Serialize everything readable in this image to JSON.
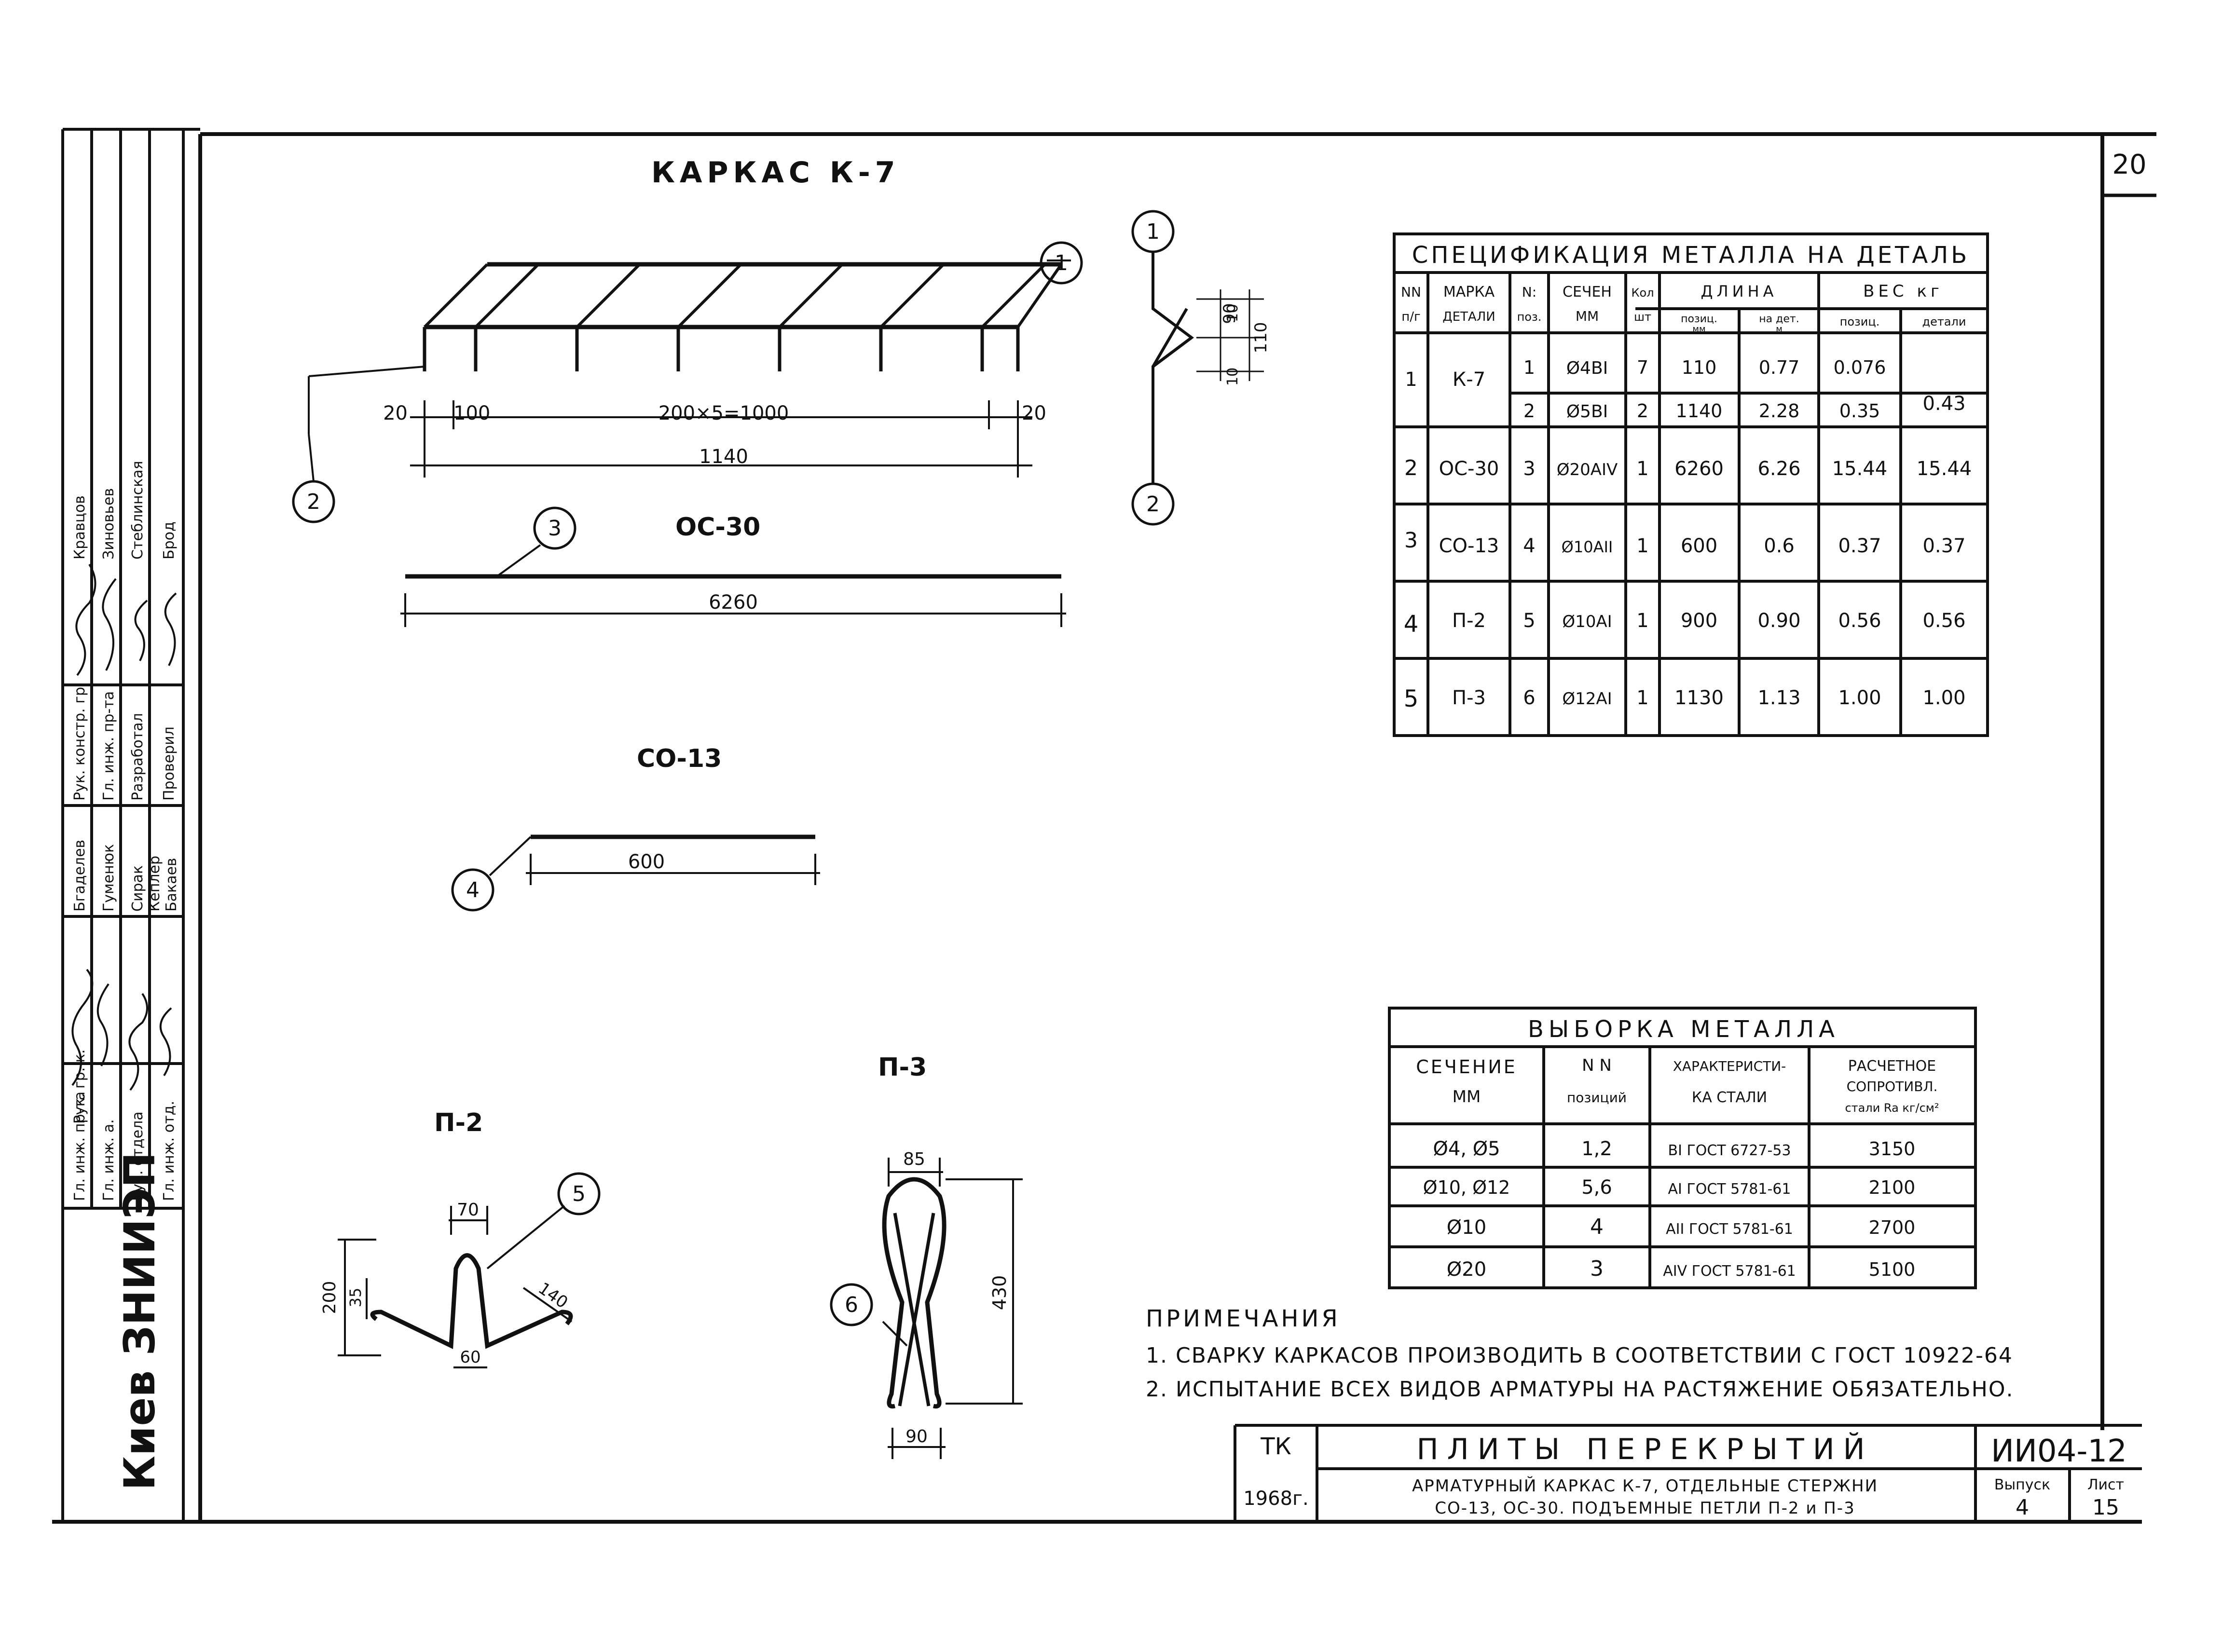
{
  "sheet_number": "20",
  "kk7": {
    "title": "КАРКАС К-7",
    "dim_left": "20",
    "dim_100": "100",
    "dim_mid": "200×5=1000",
    "dim_right": "20",
    "dim_total": "1140",
    "pos1": "1",
    "pos2": "2",
    "detail_90": "90",
    "detail_110": "110",
    "detail_10a": "10",
    "detail_10b": "10"
  },
  "oc30": {
    "title": "ОС-30",
    "pos": "3",
    "length": "6260"
  },
  "co13": {
    "title": "СО-13",
    "pos": "4",
    "length": "600"
  },
  "p2": {
    "title": "П-2",
    "pos": "5",
    "d70": "70",
    "d200": "200",
    "d35": "35",
    "d140": "140",
    "d60": "60"
  },
  "p3": {
    "title": "П-3",
    "pos": "6",
    "d85": "85",
    "d430": "430",
    "d90": "90"
  },
  "spec": {
    "title": "СПЕЦИФИКАЦИЯ МЕТАЛЛА НА ДЕТАЛЬ",
    "h": {
      "nn1": "NN",
      "nn2": "п/г",
      "marka1": "МАРКА",
      "marka2": "ДЕТАЛИ",
      "npos1": "N:",
      "npos2": "поз.",
      "sech1": "СЕЧЕН",
      "sech2": "ММ",
      "kol1": "Кол",
      "kol2": "шт",
      "dlina": "ДЛИНА",
      "dl_pos1": "позиц.",
      "dl_pos2": "мм",
      "dl_det1": "на дет.",
      "dl_det2": "м",
      "ves": "ВЕС кг",
      "v_pos": "позиц.",
      "v_det": "детали"
    },
    "rows": [
      {
        "n": "1",
        "marka": "К-7",
        "pos": "1",
        "sech": "Ø4ВI",
        "kol": "7",
        "dl_poz": "110",
        "dl_det": "0.77",
        "v_poz": "0.076",
        "v_det": ""
      },
      {
        "n": "",
        "marka": "",
        "pos": "2",
        "sech": "Ø5ВI",
        "kol": "2",
        "dl_poz": "1140",
        "dl_det": "2.28",
        "v_poz": "0.35",
        "v_det": "0.43"
      },
      {
        "n": "2",
        "marka": "ОС-30",
        "pos": "3",
        "sech": "Ø20АIV",
        "kol": "1",
        "dl_poz": "6260",
        "dl_det": "6.26",
        "v_poz": "15.44",
        "v_det": "15.44"
      },
      {
        "n": "3",
        "marka": "СО-13",
        "pos": "4",
        "sech": "Ø10АII",
        "kol": "1",
        "dl_poz": "600",
        "dl_det": "0.6",
        "v_poz": "0.37",
        "v_det": "0.37"
      },
      {
        "n": "4",
        "marka": "П-2",
        "pos": "5",
        "sech": "Ø10АI",
        "kol": "1",
        "dl_poz": "900",
        "dl_det": "0.90",
        "v_poz": "0.56",
        "v_det": "0.56"
      },
      {
        "n": "5",
        "marka": "П-3",
        "pos": "6",
        "sech": "Ø12АI",
        "kol": "1",
        "dl_poz": "1130",
        "dl_det": "1.13",
        "v_poz": "1.00",
        "v_det": "1.00"
      }
    ]
  },
  "vyb": {
    "title": "ВЫБОРКА МЕТАЛЛА",
    "h": {
      "sech1": "СЕЧЕНИЕ",
      "sech2": "ММ",
      "nn1": "N N",
      "nn2": "позиций",
      "har1": "ХАРАКТЕРИСТИ-",
      "har2": "КА СТАЛИ",
      "ras1": "РАСЧЕТНОЕ",
      "ras2": "СОПРОТИВЛ.",
      "ras3": "стали Ra кг/см²"
    },
    "rows": [
      {
        "sech": "Ø4, Ø5",
        "nn": "1,2",
        "har": "ВI ГОСТ 6727-53",
        "ras": "3150"
      },
      {
        "sech": "Ø10, Ø12",
        "nn": "5,6",
        "har": "АI ГОСТ 5781-61",
        "ras": "2100"
      },
      {
        "sech": "Ø10",
        "nn": "4",
        "har": "АII ГОСТ 5781-61",
        "ras": "2700"
      },
      {
        "sech": "Ø20",
        "nn": "3",
        "har": "АIV ГОСТ 5781-61",
        "ras": "5100"
      }
    ]
  },
  "notes": {
    "title": "ПРИМЕЧАНИЯ",
    "n1": "1. СВАРКУ КАРКАСОВ ПРОИЗВОДИТЬ В СООТВЕТСТВИИ С ГОСТ 10922-64",
    "n2": "2. ИСПЫТАНИЕ ВСЕХ ВИДОВ АРМАТУРЫ НА РАСТЯЖЕНИЕ ОБЯЗАТЕЛЬНО."
  },
  "stamp": {
    "tk": "ТК",
    "year": "1968г.",
    "title": "ПЛИТЫ ПЕРЕКРЫТИЙ",
    "code": "ИИ04-12",
    "desc1": "АРМАТУРНЫЙ КАРКАС К-7, ОТДЕЛЬНЫЕ СТЕРЖНИ",
    "desc2": "СО-13, ОС-30. ПОДЪЕМНЫЕ ПЕТЛИ П-2 и П-3",
    "vyp_label": "Выпуск",
    "vyp": "4",
    "list_label": "Лист",
    "list": "15"
  },
  "side": {
    "org": "Киев ЗНИИЭП",
    "c1": [
      "Гл. инж. пр-та",
      "Рук. гр. к.",
      "Гл. инж. а.",
      "Рук. отдела",
      "Гл. инж. отд."
    ],
    "c2": [
      "Бгаделев",
      "Гуменюк",
      "Сирак",
      "Кеплер",
      "Бакаев"
    ],
    "c3": [
      "Рук. констр. гр.",
      "Гл. инж. пр-та",
      "Разработал",
      "Проверил"
    ],
    "c4": [
      "Кравцов",
      "Зиновьев",
      "Стеблинская",
      "Брод"
    ]
  }
}
